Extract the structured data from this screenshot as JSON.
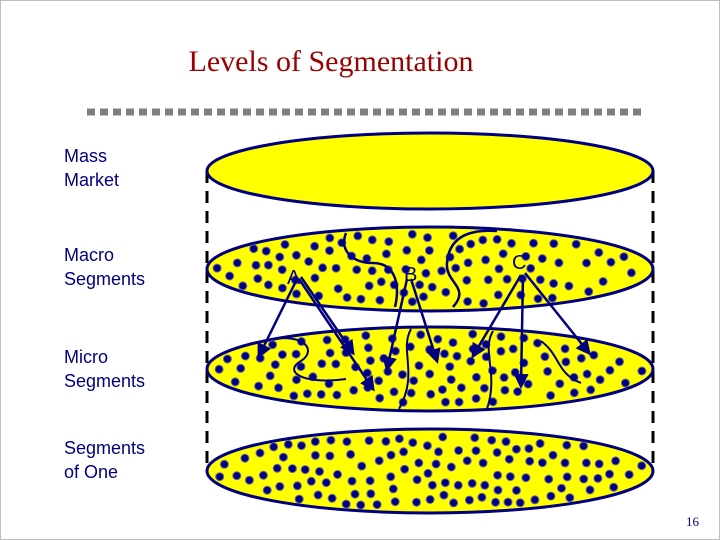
{
  "title": "Levels of Segmentation",
  "levels": [
    {
      "label": "Mass\nMarket"
    },
    {
      "label": "Macro\nSegments"
    },
    {
      "label": "Micro\nSegments"
    },
    {
      "label": "Segments\nof One"
    }
  ],
  "segment_labels": [
    "A",
    "B",
    "C"
  ],
  "page_number": "16",
  "colors": {
    "title": "#990000",
    "text": "#000080",
    "disc_fill": "#ffff00",
    "outline": "#000080",
    "dashed_rule": "#7f7f7f"
  }
}
